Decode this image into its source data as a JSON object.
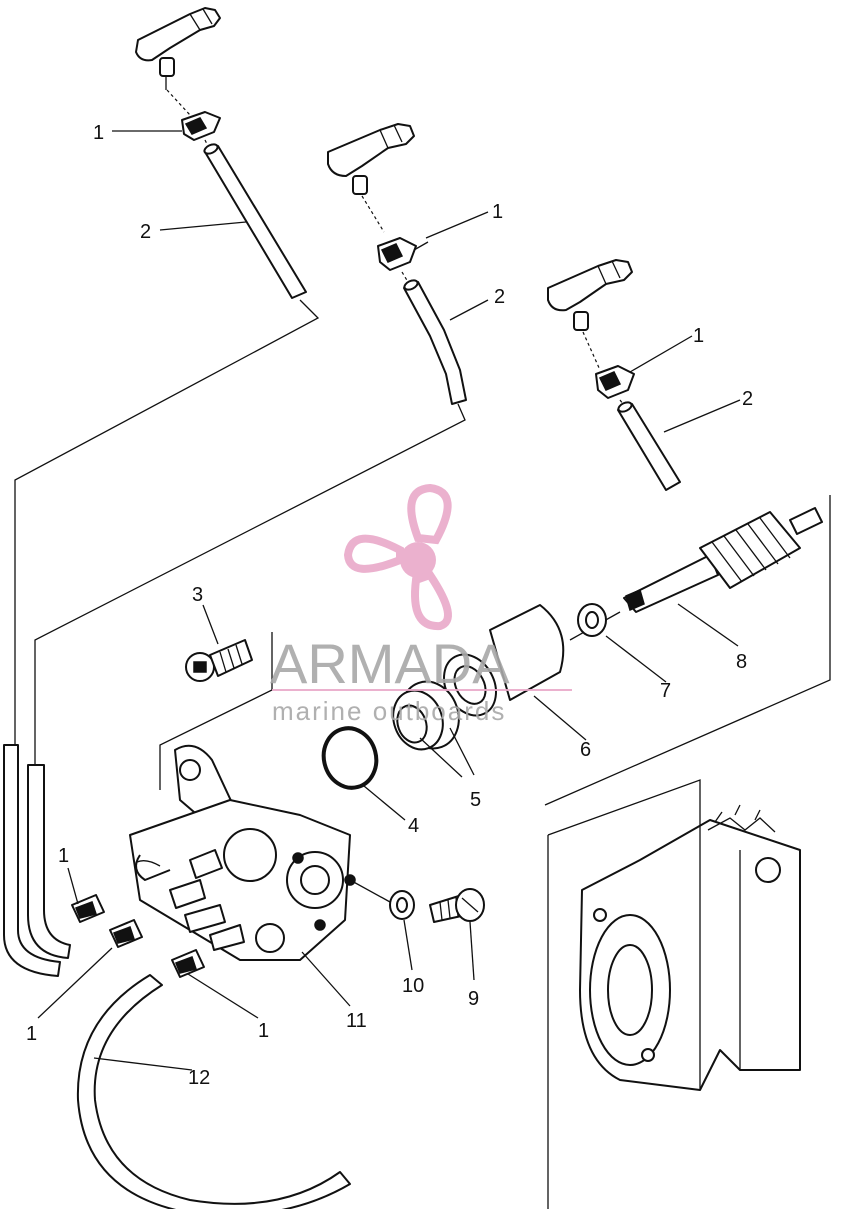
{
  "watermark": {
    "name": "ARMADA",
    "tagline": "marine outboards",
    "logo_color": "#e9a9c9"
  },
  "callouts": {
    "c1a": "1",
    "c2a": "2",
    "c1b": "1",
    "c2b": "2",
    "c1c": "1",
    "c2c": "2",
    "c3": "3",
    "c4": "4",
    "c5": "5",
    "c6": "6",
    "c7": "7",
    "c8": "8",
    "c9": "9",
    "c10": "10",
    "c11": "11",
    "c12": "12",
    "c1d": "1",
    "c1e": "1",
    "c1f": "1"
  }
}
